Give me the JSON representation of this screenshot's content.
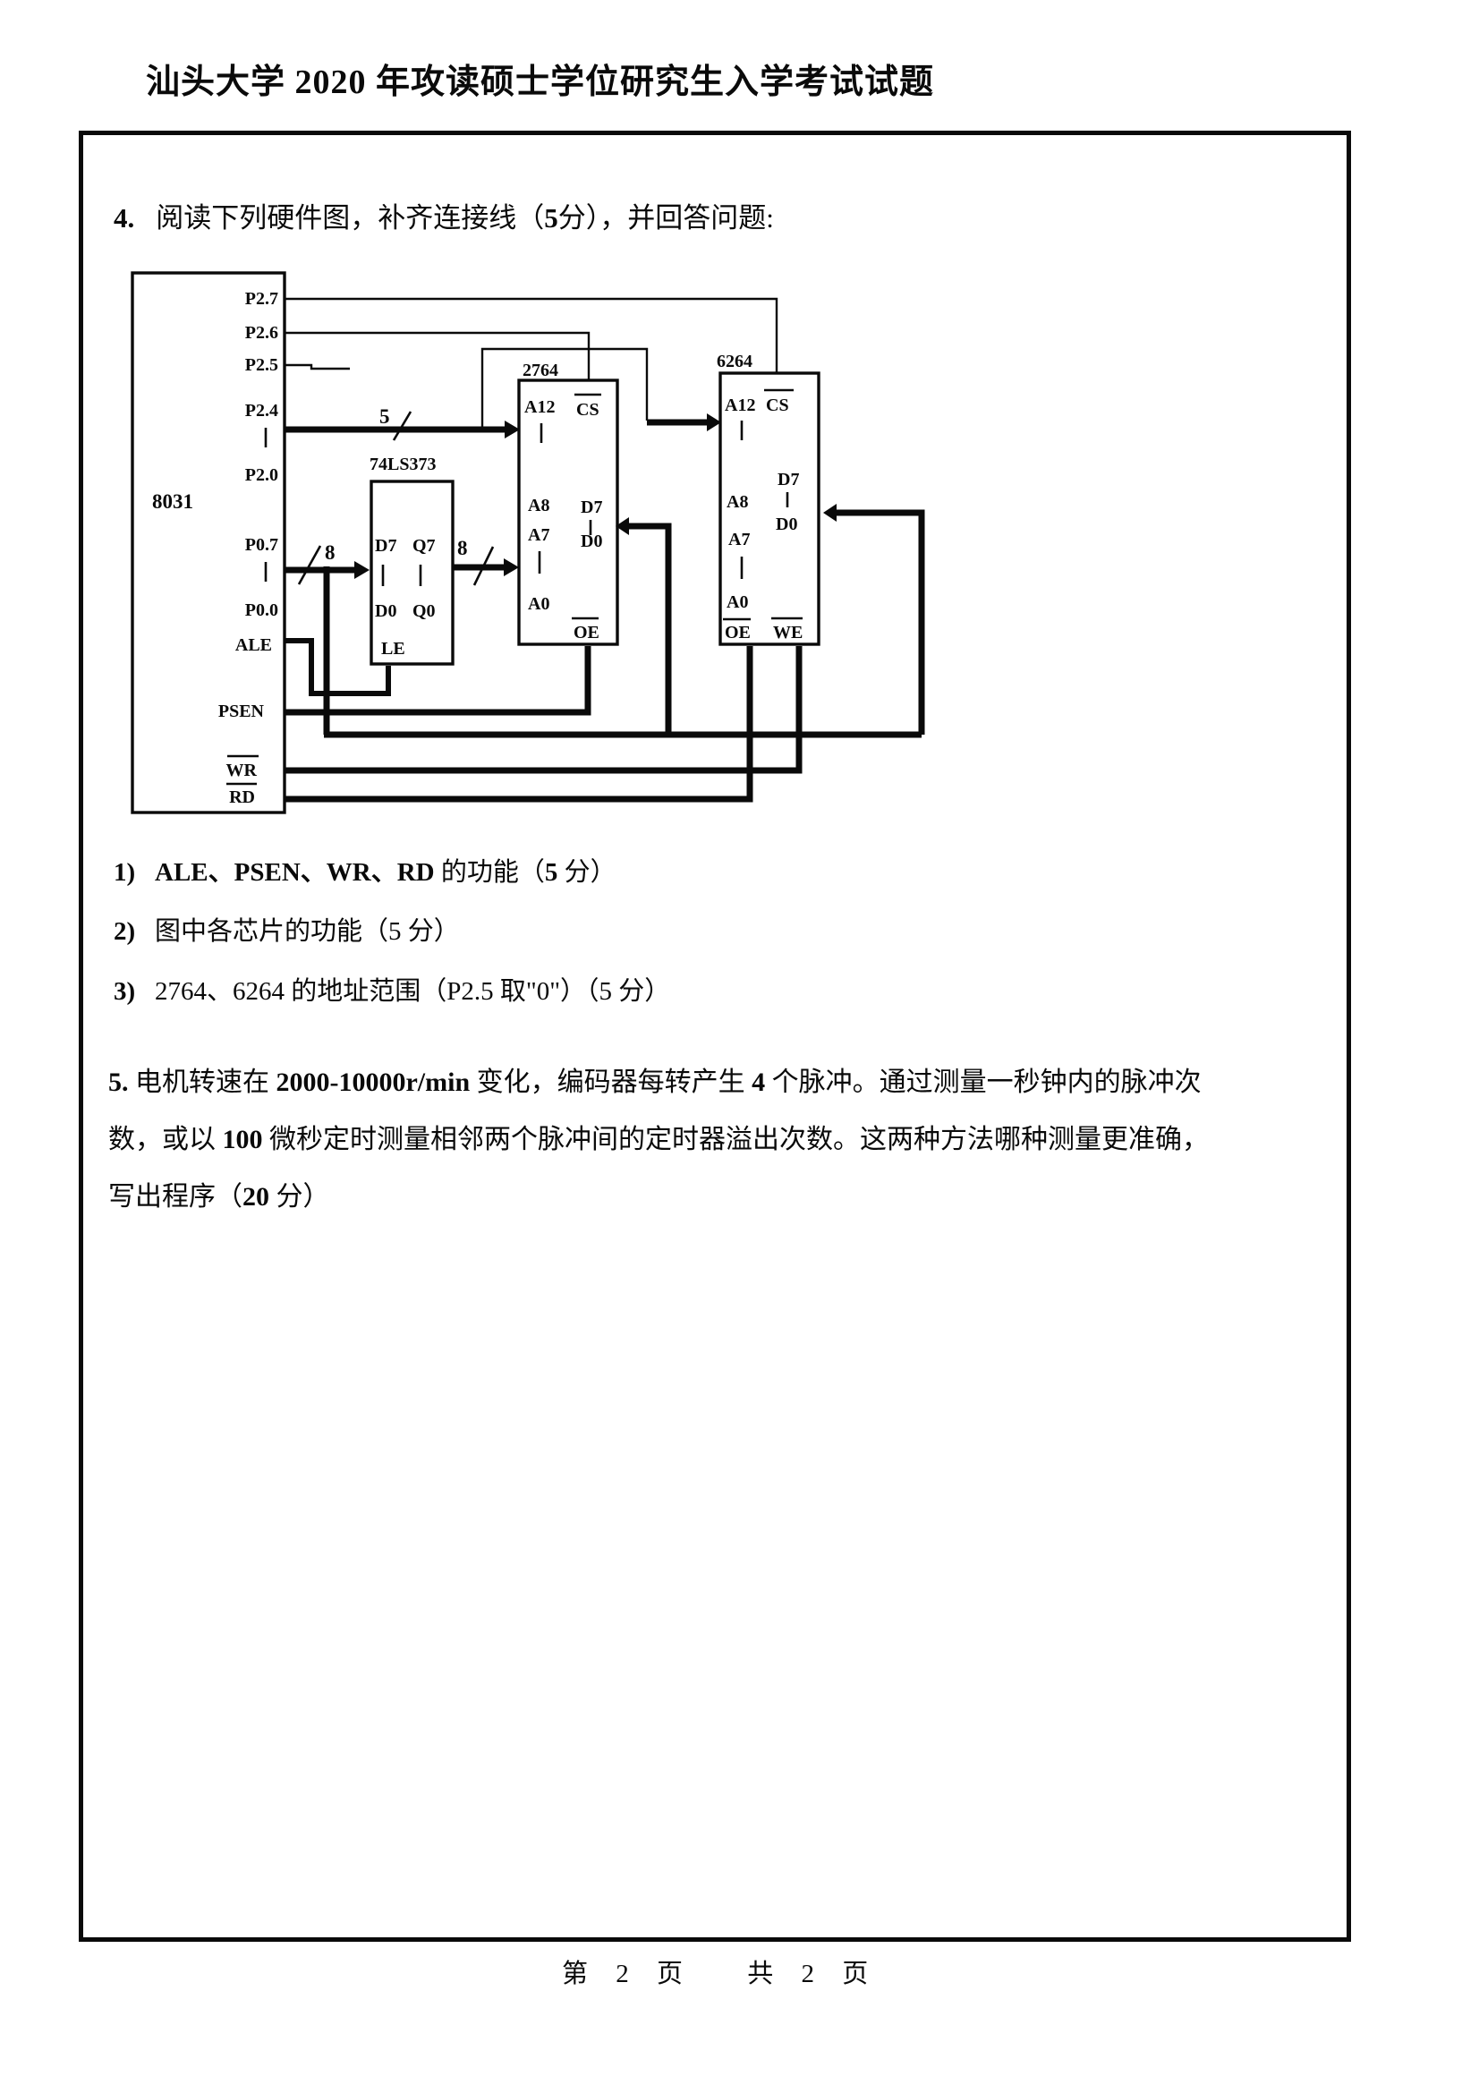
{
  "page": {
    "title": "汕头大学 2020 年攻读硕士学位研究生入学考试试题",
    "footer": "第 2 页　 共 2 页"
  },
  "question4": {
    "number": "4.",
    "intro": {
      "p0": "阅读下列硬件图，补齐连接线（",
      "p1": "5",
      "p2": "分），并回答问题:"
    },
    "sub1": {
      "number": "1)",
      "p0": "ALE、PSEN、WR、RD",
      "p1": " 的功能（",
      "p2": "5",
      "p3": " 分）"
    },
    "sub2": {
      "number": "2)",
      "p0": "图中各芯片的功能（5 分）"
    },
    "sub3": {
      "number": "3)",
      "p0": "2764、6264 的地址范围（P2.5 取\"0\"）（5 分）"
    }
  },
  "question5": {
    "line1": {
      "p0": "5.",
      "p1": " 电机转速在 ",
      "p2": "2000-10000r/min",
      "p3": " 变化，编码器每转产生 ",
      "p4": "4",
      "p5": " 个脉冲。通过测量一秒钟内的脉冲次"
    },
    "line2": {
      "p0": "数，或以 ",
      "p1": "100",
      "p2": " 微秒定时测量相邻两个脉冲间的定时器溢出次数。这两种方法哪种测量更准确，"
    },
    "line3": {
      "p0": "写出程序（",
      "p1": "20",
      "p2": " 分）"
    }
  },
  "diagram": {
    "chips": {
      "mcu": {
        "name": "8031",
        "pins": {
          "p27": "P2.7",
          "p26": "P2.6",
          "p25": "P2.5",
          "p24": "P2.4",
          "p20": "P2.0",
          "p07": "P0.7",
          "p00": "P0.0",
          "ale": "ALE",
          "psen": "PSEN",
          "wr": "WR",
          "rd": "RD"
        }
      },
      "latch": {
        "name": "74LS373",
        "pins": {
          "d7": "D7",
          "q7": "Q7",
          "d0": "D0",
          "q0": "Q0",
          "le": "LE"
        }
      },
      "eprom": {
        "name": "2764",
        "pins": {
          "a12": "A12",
          "cs": "CS",
          "a8": "A8",
          "d7": "D7",
          "a7": "A7",
          "d0": "D0",
          "a0": "A0",
          "oe": "OE"
        }
      },
      "sram": {
        "name": "6264",
        "pins": {
          "a12": "A12",
          "cs": "CS",
          "a8": "A8",
          "d7": "D7",
          "a7": "A7",
          "d0": "D0",
          "a0": "A0",
          "oe": "OE",
          "we": "WE"
        }
      }
    },
    "bus_labels": {
      "addr_width": "5",
      "p0_width": "8",
      "latch_out_width": "8"
    }
  }
}
